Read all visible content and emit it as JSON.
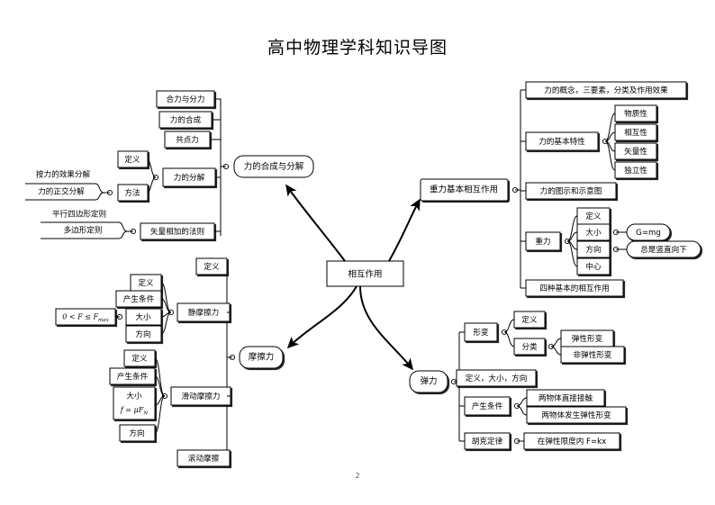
{
  "document": {
    "title": "高中物理学科知识导图",
    "page_number": "2"
  },
  "center": {
    "label": "相互作用"
  },
  "branches": {
    "force_composition": {
      "label": "力的合成与分解",
      "children": {
        "c1": "合力与分力",
        "c2": "力的合成",
        "c3": "共点力",
        "c4": "力的分解",
        "c5": "矢量相加的法则"
      },
      "decomposition_children": {
        "d1": "定义",
        "d2": "方法"
      },
      "method_children": {
        "m1": "按力的效果分解",
        "m2": "力的正交分解"
      },
      "vector_children": {
        "v1": "平行四边形定则",
        "v2": "多边形定则"
      }
    },
    "gravity_interaction": {
      "label": "重力基本相互作用",
      "children": {
        "g1": "力的概念，三要素，分类及作用效果",
        "g2": "力的基本特性",
        "g3": "力的图示和示意图",
        "g4": "重力",
        "g5": "四种基本的相互作用"
      },
      "basic_properties": {
        "p1": "物质性",
        "p2": "相互性",
        "p3": "矢量性",
        "p4": "独立性"
      },
      "gravity_children": {
        "gc1": "定义",
        "gc2": "大小",
        "gc3": "方向",
        "gc4": "中心"
      },
      "gravity_leaves": {
        "magnitude": "G=mg",
        "direction": "总是竖直向下"
      }
    },
    "friction": {
      "label": "摩擦力",
      "children": {
        "f1": "定义",
        "f2": "静摩擦力",
        "f3": "滑动摩擦力",
        "f4": "滚动摩擦"
      },
      "static_children": {
        "s1": "定义",
        "s2": "产生条件",
        "s3": "大小",
        "s4": "方向"
      },
      "static_magnitude_formula": "0 < F ≤ Fmax",
      "sliding_children": {
        "k1": "定义",
        "k2": "产生条件",
        "k3": "大小",
        "k4": "方向"
      },
      "sliding_magnitude_formula": "f = μFN"
    },
    "elastic": {
      "label": "弹力",
      "children": {
        "e1": "形变",
        "e2": "定义，大小，方向",
        "e3": "产生条件",
        "e4": "胡克定律"
      },
      "deformation_children": {
        "df1": "定义",
        "df2": "分类"
      },
      "deformation_types": {
        "t1": "弹性形变",
        "t2": "非弹性形变"
      },
      "conditions": {
        "cd1": "两物体直接接触",
        "cd2": "两物体发生弹性形变"
      },
      "hooke_law": "在弹性限度内 F=kx"
    }
  },
  "colors": {
    "background": "#ffffff",
    "stroke": "#000000",
    "text": "#000000"
  }
}
